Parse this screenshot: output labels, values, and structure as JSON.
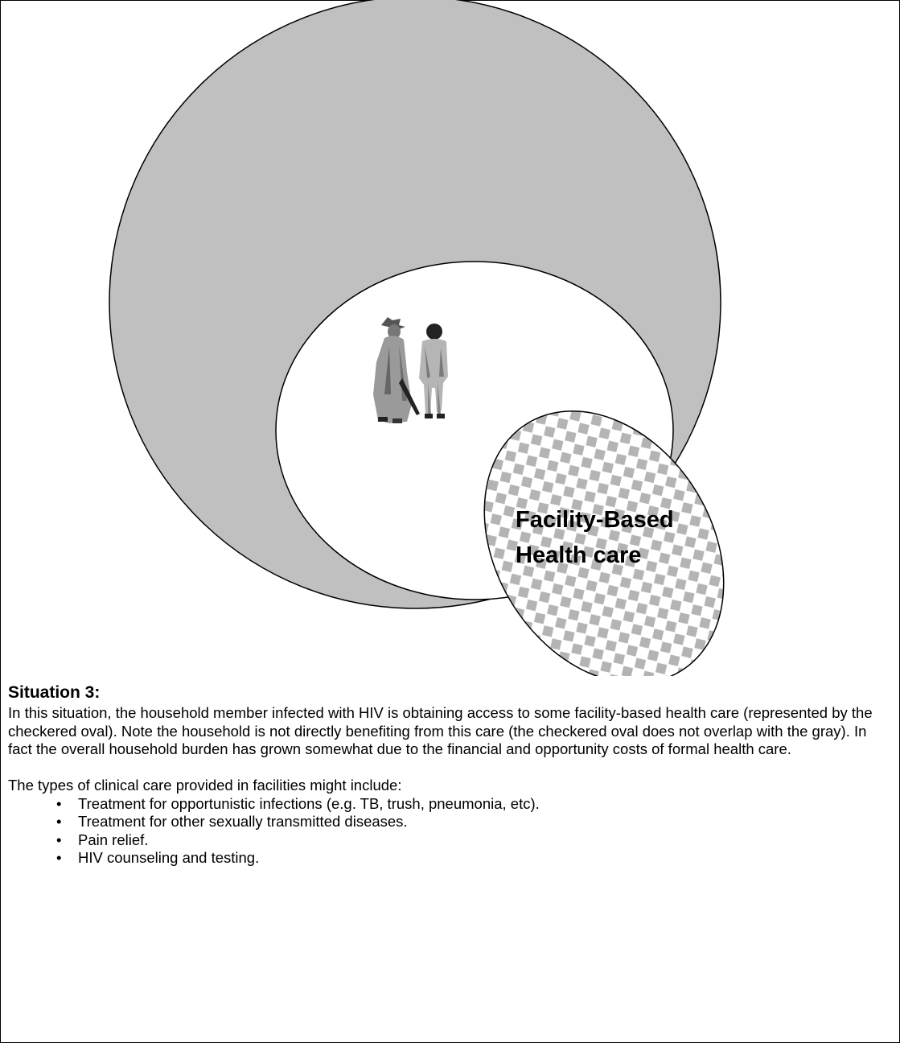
{
  "diagram": {
    "oval_label_line1": "Facility-Based",
    "oval_label_line2": "Health care",
    "colors": {
      "household_fill": "#c0c0c0",
      "inner_fill": "#ffffff",
      "checker_fill": "#b4b4b4",
      "outline": "#000000"
    },
    "figure_icon": "people-walking-icon"
  },
  "situation": {
    "title": "Situation 3:",
    "paragraph": "In this situation, the household member infected with HIV is obtaining access to some facility-based health care (represented by the checkered oval). Note the household is not directly benefiting from this care (the checkered oval does not overlap with the gray). In fact the overall household burden has grown somewhat due to the financial and opportunity costs of formal health care.",
    "list_intro": "The types of clinical care provided in facilities might include:",
    "bullets": [
      "Treatment for opportunistic infections (e.g. TB, trush, pneumonia, etc).",
      "Treatment for other sexually transmitted diseases.",
      "Pain relief.",
      "HIV counseling and testing."
    ]
  }
}
